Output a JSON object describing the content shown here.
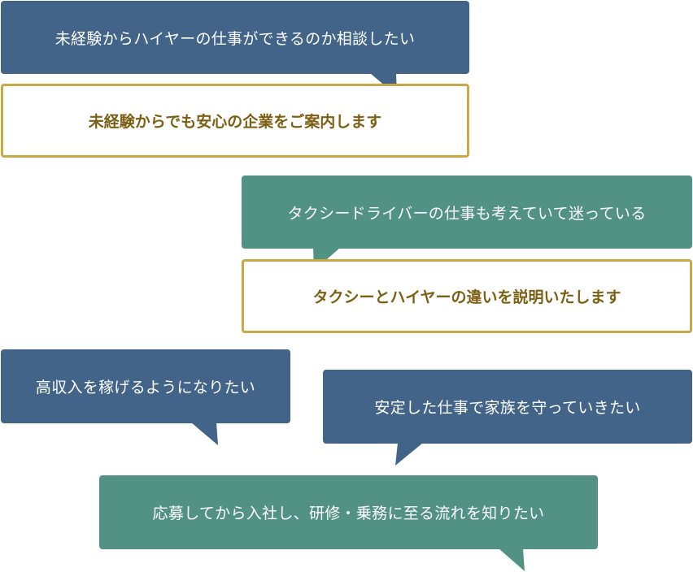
{
  "colors": {
    "question_blue": "#426489",
    "question_green": "#529285",
    "answer_border": "#c9a846",
    "answer_text": "#7d5f14"
  },
  "questions": [
    "未経験からハイヤーの仕事ができるのか相談したい",
    "タクシードライバーの仕事も考えていて迷っている",
    "高収入を稼げるようになりたい",
    "安定した仕事で家族を守っていきたい",
    "応募してから入社し、研修・乗務に至る流れを知りたい"
  ],
  "answers": [
    "未経験からでも安心の企業をご案内します",
    "タクシーとハイヤーの違いを説明いたします"
  ]
}
